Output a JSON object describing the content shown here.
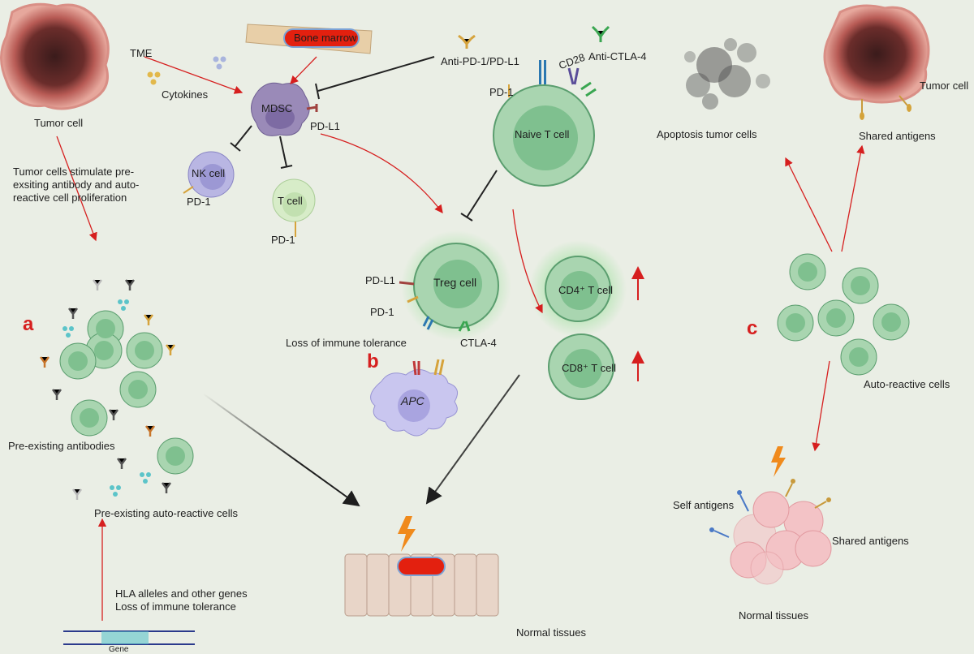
{
  "panels": {
    "a": "a",
    "b": "b",
    "c": "c"
  },
  "labels": {
    "tumor_cell_left": "Tumor  cell",
    "tme": "TME",
    "cytokines": "Cytokines",
    "bone_marrow": "Bone marrow",
    "mdsc": "MDSC",
    "pd_l1_mdsc": "PD-L1",
    "nk_cell": "NK cell",
    "pd1_nk": "PD-1",
    "t_cell": "T cell",
    "pd1_t": "PD-1",
    "anti_pd1": "Anti-PD-1/PD-L1",
    "anti_ctla4": "Anti-CTLA-4",
    "cd28": "CD28",
    "pd1_naive": "PD-1",
    "naive_t_cell": "Naive T cell",
    "tumor_stimulate": "Tumor cells stimulate pre-exsiting antibody and auto-reactive cell proliferation",
    "treg_cell": "Treg cell",
    "pd_l1_treg": "PD-L1",
    "pd1_treg": "PD-1",
    "ctla4": "CTLA-4",
    "loss_tolerance_b": "Loss of immune tolerance",
    "cd4": "CD4⁺ T cell",
    "cd8": "CD8⁺ T cell",
    "apc": "APC",
    "pre_antibodies": "Pre-existing antibodies",
    "pre_auto_cells": "Pre-existing auto-reactive cells",
    "hla_line1": "HLA alleles and other genes",
    "hla_line2": "Loss of immune tolerance",
    "gene": "Gene",
    "normal_tissues_center": "Normal tissues",
    "apoptosis": "Apoptosis tumor cells",
    "tumor_cell_right": "Tumor  cell",
    "shared_antigens_top": "Shared antigens",
    "auto_reactive_cells": "Auto-reactive cells",
    "self_antigens": "Self antigens",
    "shared_antigens_bottom": "Shared antigens",
    "normal_tissues_right": "Normal tissues"
  },
  "colors": {
    "background": "#eaeee5",
    "red_arrow": "#d61f1f",
    "inhibit": "#222222",
    "cell_green": "#7fc08f",
    "mdsc_purple": "#9a8ab8",
    "tumor_red": "#b5524f"
  }
}
